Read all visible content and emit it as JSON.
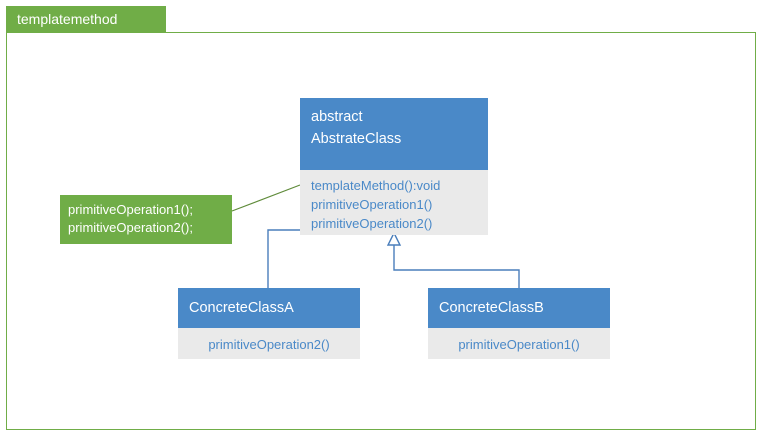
{
  "package": {
    "name": "templatemethod",
    "tab_color": "#70ad47",
    "border_color": "#70ad47"
  },
  "colors": {
    "class_header": "#4a89c8",
    "class_body": "#eaeaea",
    "class_body_text": "#4a89c8",
    "note": "#70ad47",
    "connector": "#4a7ebb",
    "note_connector": "#70ad47"
  },
  "classes": [
    {
      "id": "abstract-class",
      "stereotype": "abstract",
      "name": "AbstrateClass",
      "members": [
        "templateMethod():void",
        "primitiveOperation1()",
        "primitiveOperation2()"
      ]
    },
    {
      "id": "concrete-a",
      "name": "ConcreteClassA",
      "members": [
        "primitiveOperation2()"
      ]
    },
    {
      "id": "concrete-b",
      "name": "ConcreteClassB",
      "members": [
        "primitiveOperation1()"
      ]
    }
  ],
  "note": {
    "lines": [
      "primitiveOperation1();",
      "primitiveOperation2();"
    ]
  }
}
